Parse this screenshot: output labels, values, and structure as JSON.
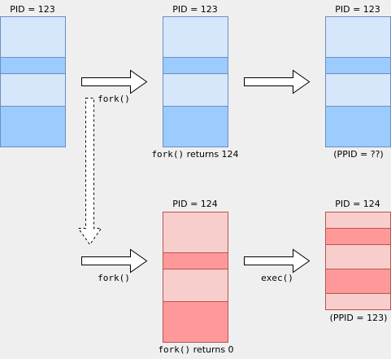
{
  "colors": {
    "background": "#efefef",
    "parent_light": "#d7e7fb",
    "parent_dark": "#9ccbfd",
    "parent_stroke": "#6c8ebf",
    "child_light": "#f8cecc",
    "child_dark": "#ff9999",
    "child_stroke": "#b85450",
    "arrow_fill": "#ffffff",
    "arrow_stroke": "#000000"
  },
  "blocks": {
    "parent_1": {
      "pid_label": "PID = 123"
    },
    "parent_2": {
      "pid_label": "PID = 123",
      "caption_mono": "fork()",
      "caption_text": " returns 124"
    },
    "parent_3": {
      "pid_label": "PID = 123",
      "caption": "(PPID = ??)"
    },
    "child_1": {
      "pid_label": "PID = 124",
      "caption_mono": "fork()",
      "caption_text": " returns 0"
    },
    "child_2": {
      "pid_label": "PID = 124",
      "caption": "(PPID = 123)"
    }
  },
  "arrows": {
    "top_left": {
      "label": "fork()"
    },
    "top_right": {
      "label": ""
    },
    "bottom_left": {
      "label": "fork()"
    },
    "bottom_right": {
      "label": "exec()"
    }
  }
}
